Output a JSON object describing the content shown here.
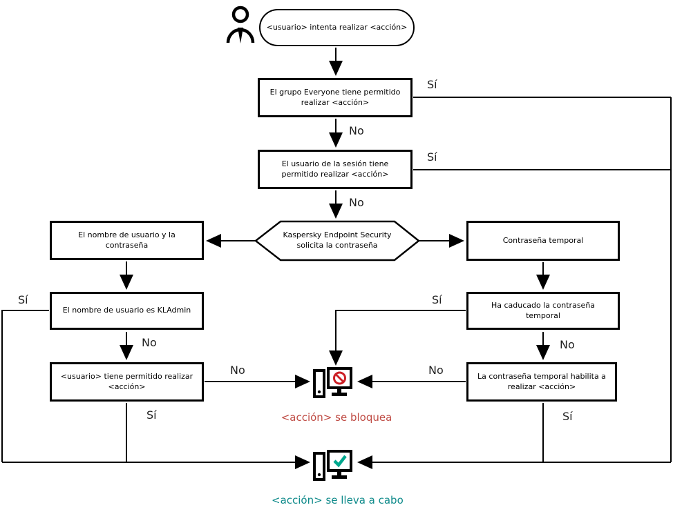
{
  "labels": {
    "yes": "Sí",
    "no": "No"
  },
  "start": {
    "label": "<usuario> intenta realizar <acción>",
    "actor_icon": "person-icon"
  },
  "nodes": {
    "everyone_group": {
      "label": "El grupo Everyone tiene permitido realizar <acción>"
    },
    "session_user": {
      "label": "El usuario de la sesión tiene permitido realizar <acción>"
    },
    "kes_prompt": {
      "label": "Kaspersky Endpoint Security solicita la contraseña"
    },
    "username_password": {
      "label": "El nombre de usuario y la contraseña"
    },
    "temp_password": {
      "label": "Contraseña temporal"
    },
    "is_kladmin": {
      "label": "El nombre de usuario es KLAdmin"
    },
    "user_allowed": {
      "label": "<usuario> tiene permitido realizar <acción>"
    },
    "temp_expired": {
      "label": "Ha caducado la contraseña temporal"
    },
    "temp_enables": {
      "label": "La contraseña temporal habilita a realizar <acción>"
    }
  },
  "outcomes": {
    "blocked": {
      "label": "<acción> se bloquea",
      "icon": "computer-blocked-icon"
    },
    "allowed": {
      "label": "<acción> se lleva a cabo",
      "icon": "computer-check-icon"
    }
  },
  "colors": {
    "blocked_text": "#bf4b44",
    "allowed_text": "#0e8a8a",
    "prohibit_icon": "#cc2026",
    "check_icon": "#00a88e",
    "line": "#000000"
  }
}
